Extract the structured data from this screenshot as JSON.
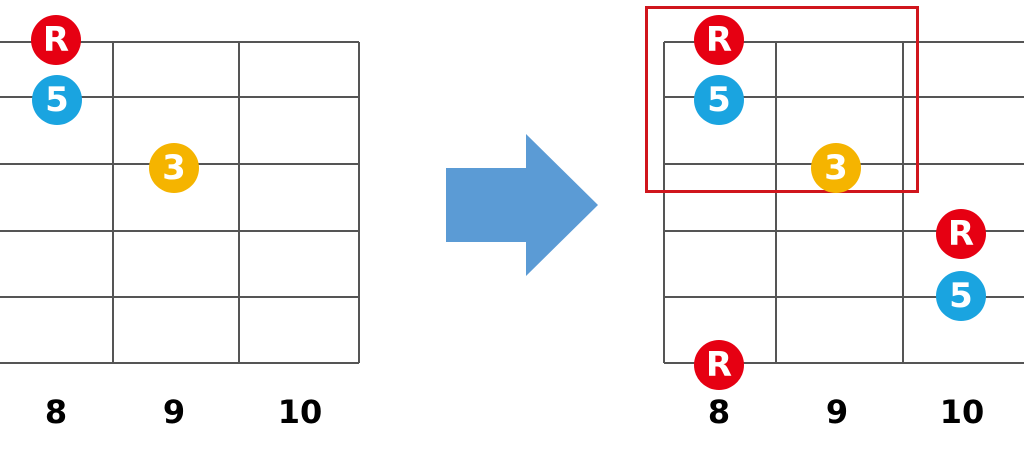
{
  "diagram": {
    "frets": [
      "8",
      "9",
      "10"
    ],
    "colors": {
      "root": "#e60012",
      "fifth": "#1aa4e0",
      "third": "#f5b400",
      "highlight": "#d0161d",
      "arrow": "#5b9bd5",
      "grid": "#555555"
    },
    "left_board": {
      "notes": [
        {
          "label": "R",
          "role": "root"
        },
        {
          "label": "5",
          "role": "fifth"
        },
        {
          "label": "3",
          "role": "third"
        }
      ]
    },
    "arrow": {
      "icon": "right-arrow-icon"
    },
    "right_board": {
      "notes": [
        {
          "label": "R",
          "role": "root"
        },
        {
          "label": "5",
          "role": "fifth"
        },
        {
          "label": "3",
          "role": "third"
        },
        {
          "label": "R",
          "role": "root"
        },
        {
          "label": "5",
          "role": "fifth"
        },
        {
          "label": "R",
          "role": "root"
        }
      ],
      "highlight": "red-frame"
    }
  }
}
